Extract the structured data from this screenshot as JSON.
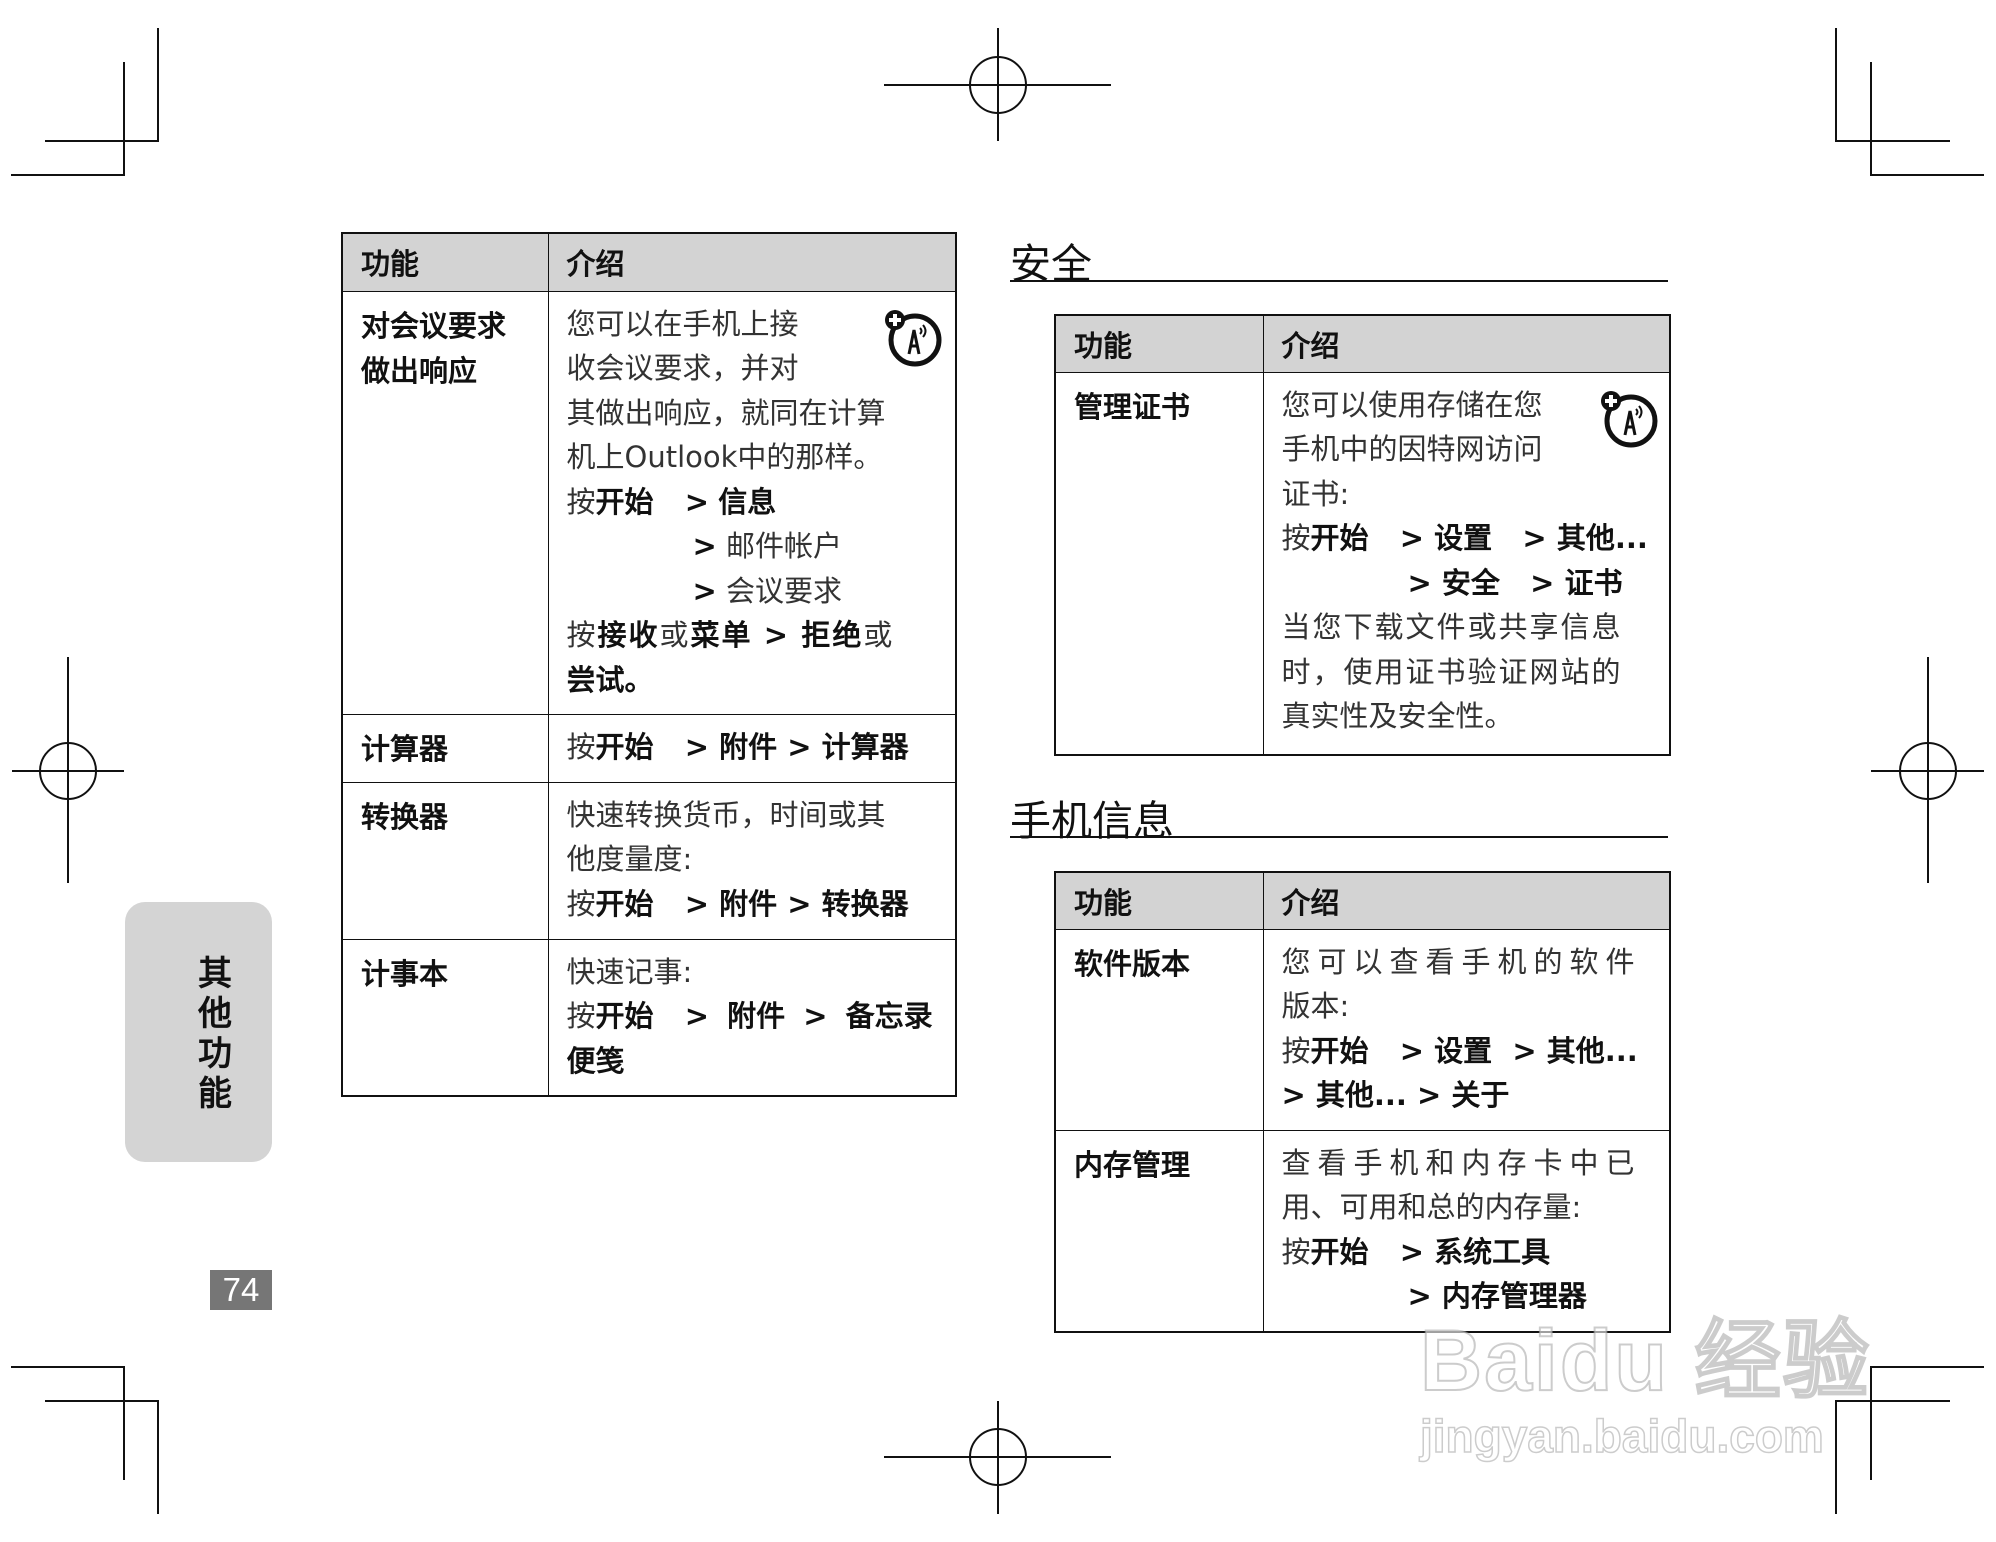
{
  "page": {
    "number": "74",
    "side_tab": [
      "其",
      "他",
      "功",
      "能"
    ]
  },
  "left_table": {
    "headers": {
      "function": "功能",
      "description": "介绍"
    },
    "rows": [
      {
        "function_lines": [
          "对会议要求",
          "做出响应"
        ],
        "has_network_icon": true,
        "desc": {
          "l1": "您可以在手机上接",
          "l2": "收会议要求，并对",
          "l3": "其做出响应，就同在计算",
          "l4": "机上Outlook中的那样。",
          "l5_prefix": "按",
          "l5_start": "开始",
          "l5_sep": ">",
          "l5_item": "信息",
          "l6_sep": ">",
          "l6_item": "邮件帐户",
          "l7_sep": ">",
          "l7_item": "会议要求",
          "l8_a": "按",
          "l8_b": "接收",
          "l8_c": "或",
          "l8_d": "菜单",
          "l8_e": ">",
          "l8_f": "拒绝",
          "l8_g": "或",
          "l9": "尝试。"
        }
      },
      {
        "function_lines": [
          "计算器"
        ],
        "desc": {
          "prefix": "按",
          "start": "开始",
          "path": "> 附件 > 计算器"
        }
      },
      {
        "function_lines": [
          "转换器"
        ],
        "desc": {
          "l1": "快速转换货币，时间或其",
          "l2": "他度量度:",
          "prefix": "按",
          "start": "开始",
          "path": "> 附件 > 转换器"
        }
      },
      {
        "function_lines": [
          "计事本"
        ],
        "desc": {
          "l1": "快速记事:",
          "prefix": "按",
          "start": "开始",
          "path": "> 附件 > 备忘录",
          "l3": "便笺"
        }
      }
    ]
  },
  "security": {
    "title": "安全",
    "headers": {
      "function": "功能",
      "description": "介绍"
    },
    "rows": [
      {
        "function": "管理证书",
        "has_network_icon": true,
        "desc": {
          "l1": "您可以使用存储在您",
          "l2": "手机中的因特网访问",
          "l3": "证书:",
          "prefix": "按",
          "start": "开始",
          "path1": "> 设置   > 其他...",
          "path2": "> 安全   > 证书",
          "l6": "当您下载文件或共享信息",
          "l7": "时，使用证书验证网站的",
          "l8": "真实性及安全性。"
        }
      }
    ]
  },
  "phone_info": {
    "title": "手机信息",
    "headers": {
      "function": "功能",
      "description": "介绍"
    },
    "rows": [
      {
        "function": "软件版本",
        "desc": {
          "l1": "您可以查看手机的软件",
          "l2": "版本:",
          "prefix": "按",
          "start": "开始",
          "path1": "> 设置  > 其他...",
          "path2": "> 其他... > 关于"
        }
      },
      {
        "function": "内存管理",
        "desc": {
          "l1": "查看手机和内存卡中已",
          "l2": "用、可用和总的内存量:",
          "prefix": "按",
          "start": "开始",
          "path1": "> 系统工具",
          "path2": "> 内存管理器"
        }
      }
    ]
  },
  "watermark": {
    "line1": "Baidu 经验",
    "line2": "jingyan.baidu.com"
  }
}
